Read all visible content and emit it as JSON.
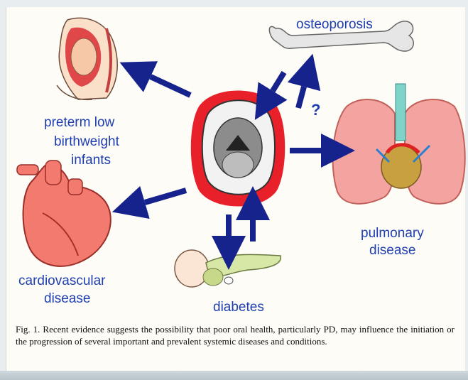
{
  "diagram": {
    "center": "oral cavity",
    "nodes": {
      "osteoporosis": "osteoporosis",
      "preterm_line1": "preterm low",
      "preterm_line2": "birthweight",
      "preterm_line3": "infants",
      "cardiovascular_line1": "cardiovascular",
      "cardiovascular_line2": "disease",
      "pulmonary_line1": "pulmonary",
      "pulmonary_line2": "disease",
      "diabetes": "diabetes"
    },
    "question_mark": "?",
    "colors": {
      "label_blue": "#1f3fb0",
      "arrow_navy": "#16238c",
      "mouth_red": "#e8202a",
      "organ_pink": "#f4a4a0"
    }
  },
  "caption": {
    "prefix": "Fig. 1.",
    "text": "Recent evidence suggests the possibility that poor oral health, particularly PD, may influence the initiation or the progression of several important and prevalent systemic diseases and conditions."
  }
}
